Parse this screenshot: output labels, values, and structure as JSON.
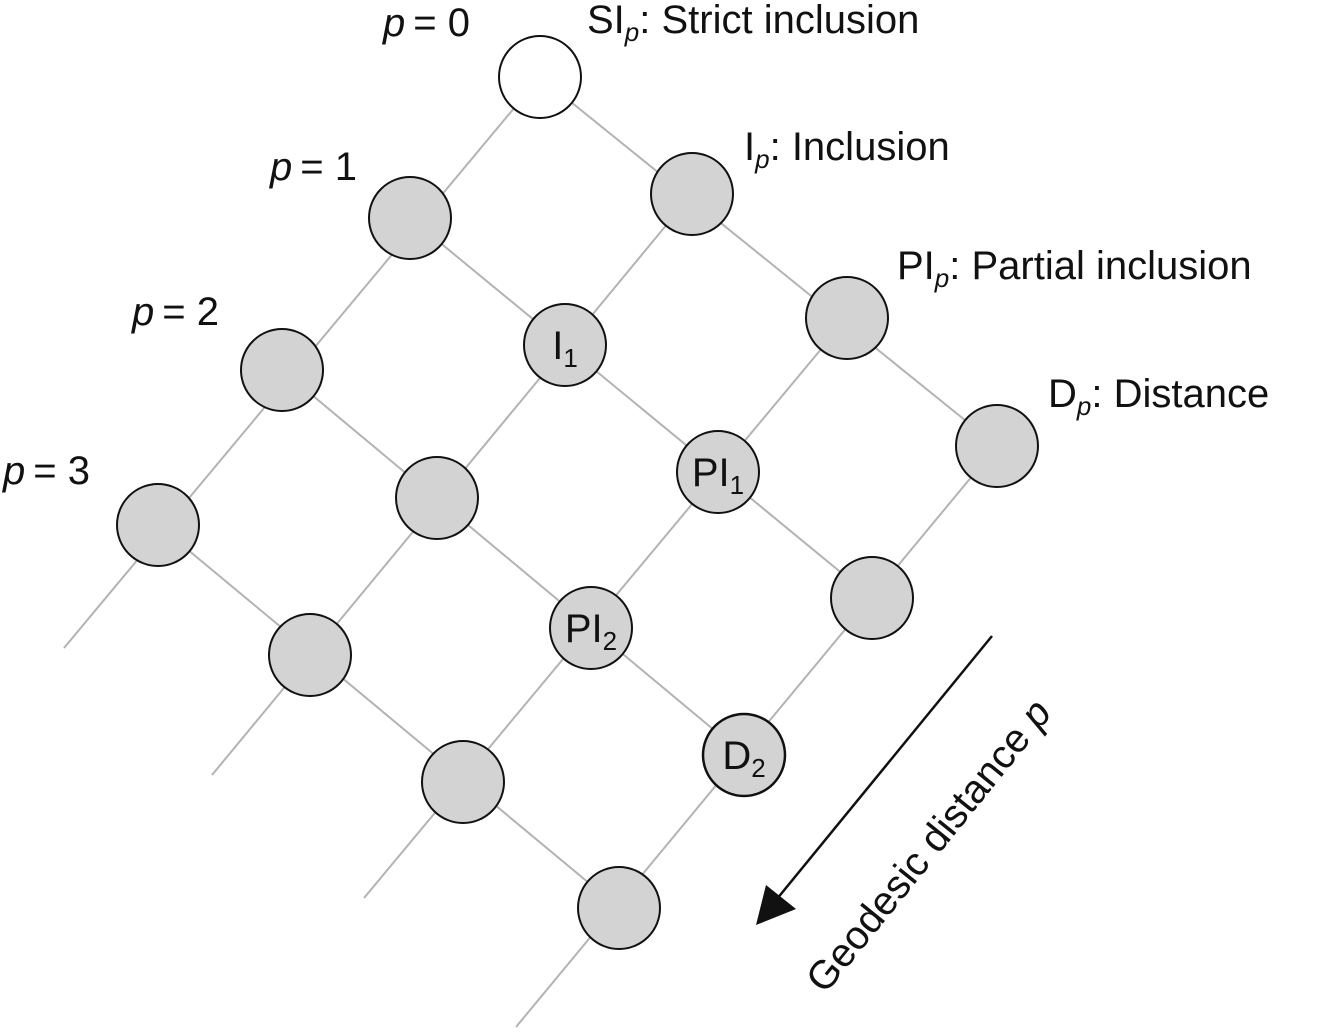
{
  "colors": {
    "edge": "#b3b3b3",
    "node_fill": "#d3d3d3",
    "node_top_fill": "#ffffff",
    "node_stroke": "#111111",
    "highlight_stroke": "#e0201b",
    "arrow": "#111111"
  },
  "distance_labels": [
    {
      "var": "p",
      "eq": "= 0"
    },
    {
      "var": "p",
      "eq": "= 1"
    },
    {
      "var": "p",
      "eq": "= 2"
    },
    {
      "var": "p",
      "eq": "= 3"
    }
  ],
  "relation_labels": [
    {
      "base": "SI",
      "sub": "p",
      "text": ": Strict inclusion"
    },
    {
      "base": "I",
      "sub": "p",
      "text": ": Inclusion"
    },
    {
      "base": "PI",
      "sub": "p",
      "text": ": Partial inclusion"
    },
    {
      "base": "D",
      "sub": "p",
      "text": ": Distance"
    }
  ],
  "node_labels": [
    {
      "base": "I",
      "sub": "1"
    },
    {
      "base": "PI",
      "sub": "1"
    },
    {
      "base": "PI",
      "sub": "2"
    },
    {
      "base": "D",
      "sub": "2"
    }
  ],
  "arrow_label": {
    "text": "Geodesic distance ",
    "var": "p"
  }
}
